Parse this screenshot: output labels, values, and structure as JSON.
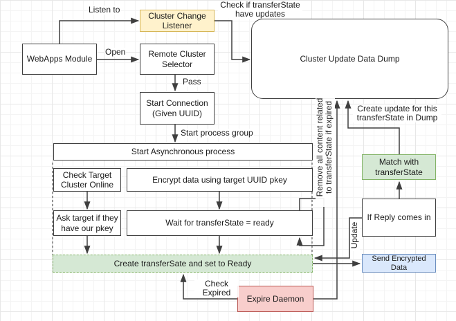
{
  "diagram": {
    "nodes": {
      "webapps": {
        "label": "WebApps Module"
      },
      "listener": {
        "label": "Cluster Change Listener",
        "fill": "#fff2cc",
        "border": "#d6b656"
      },
      "selector": {
        "label": "Remote Cluster Selector"
      },
      "dump": {
        "label": "Cluster Update Data Dump"
      },
      "start_connection": {
        "label": "Start Connection (Given UUID)"
      },
      "async_process": {
        "label": "Start Asynchronous process"
      },
      "check_target": {
        "label": "Check Target Cluster Online"
      },
      "encrypt": {
        "label": "Encrypt data using target UUID pkey"
      },
      "ask_target": {
        "label": "Ask target if they have our pkey"
      },
      "wait_ready": {
        "label": "Wait for transferState = ready"
      },
      "create_state": {
        "label": "Create transferSate and set to Ready",
        "fill": "#d5e8d4",
        "border": "#82b366"
      },
      "match_state": {
        "label": "Match with transferState",
        "fill": "#d5e8d4",
        "border": "#82b366"
      },
      "if_reply": {
        "label": "If Reply comes in"
      },
      "send_data": {
        "label": "Send Encrypted Data",
        "fill": "#dae8fc",
        "border": "#6c8ebf"
      },
      "expire_daemon": {
        "label": "Expire Daemon",
        "fill": "#f8cecc",
        "border": "#b85450"
      }
    },
    "edge_labels": {
      "listen_to": "Listen to",
      "open": "Open",
      "pass": "Pass",
      "start_process_group": "Start process group",
      "update": "Update",
      "check_updates": [
        "Check if transferState",
        "have updates"
      ],
      "create_update": [
        "Create update for this",
        "transferState in Dump"
      ],
      "remove_content": [
        "Remove all content related",
        "to transferState if expired"
      ],
      "check_expired": [
        "Check",
        "Expired"
      ]
    },
    "colors": {
      "connector": "#3f3f3f",
      "yellow_fill": "#fff2cc",
      "green_fill": "#d5e8d4",
      "blue_fill": "#dae8fc",
      "red_fill": "#f8cecc"
    }
  }
}
